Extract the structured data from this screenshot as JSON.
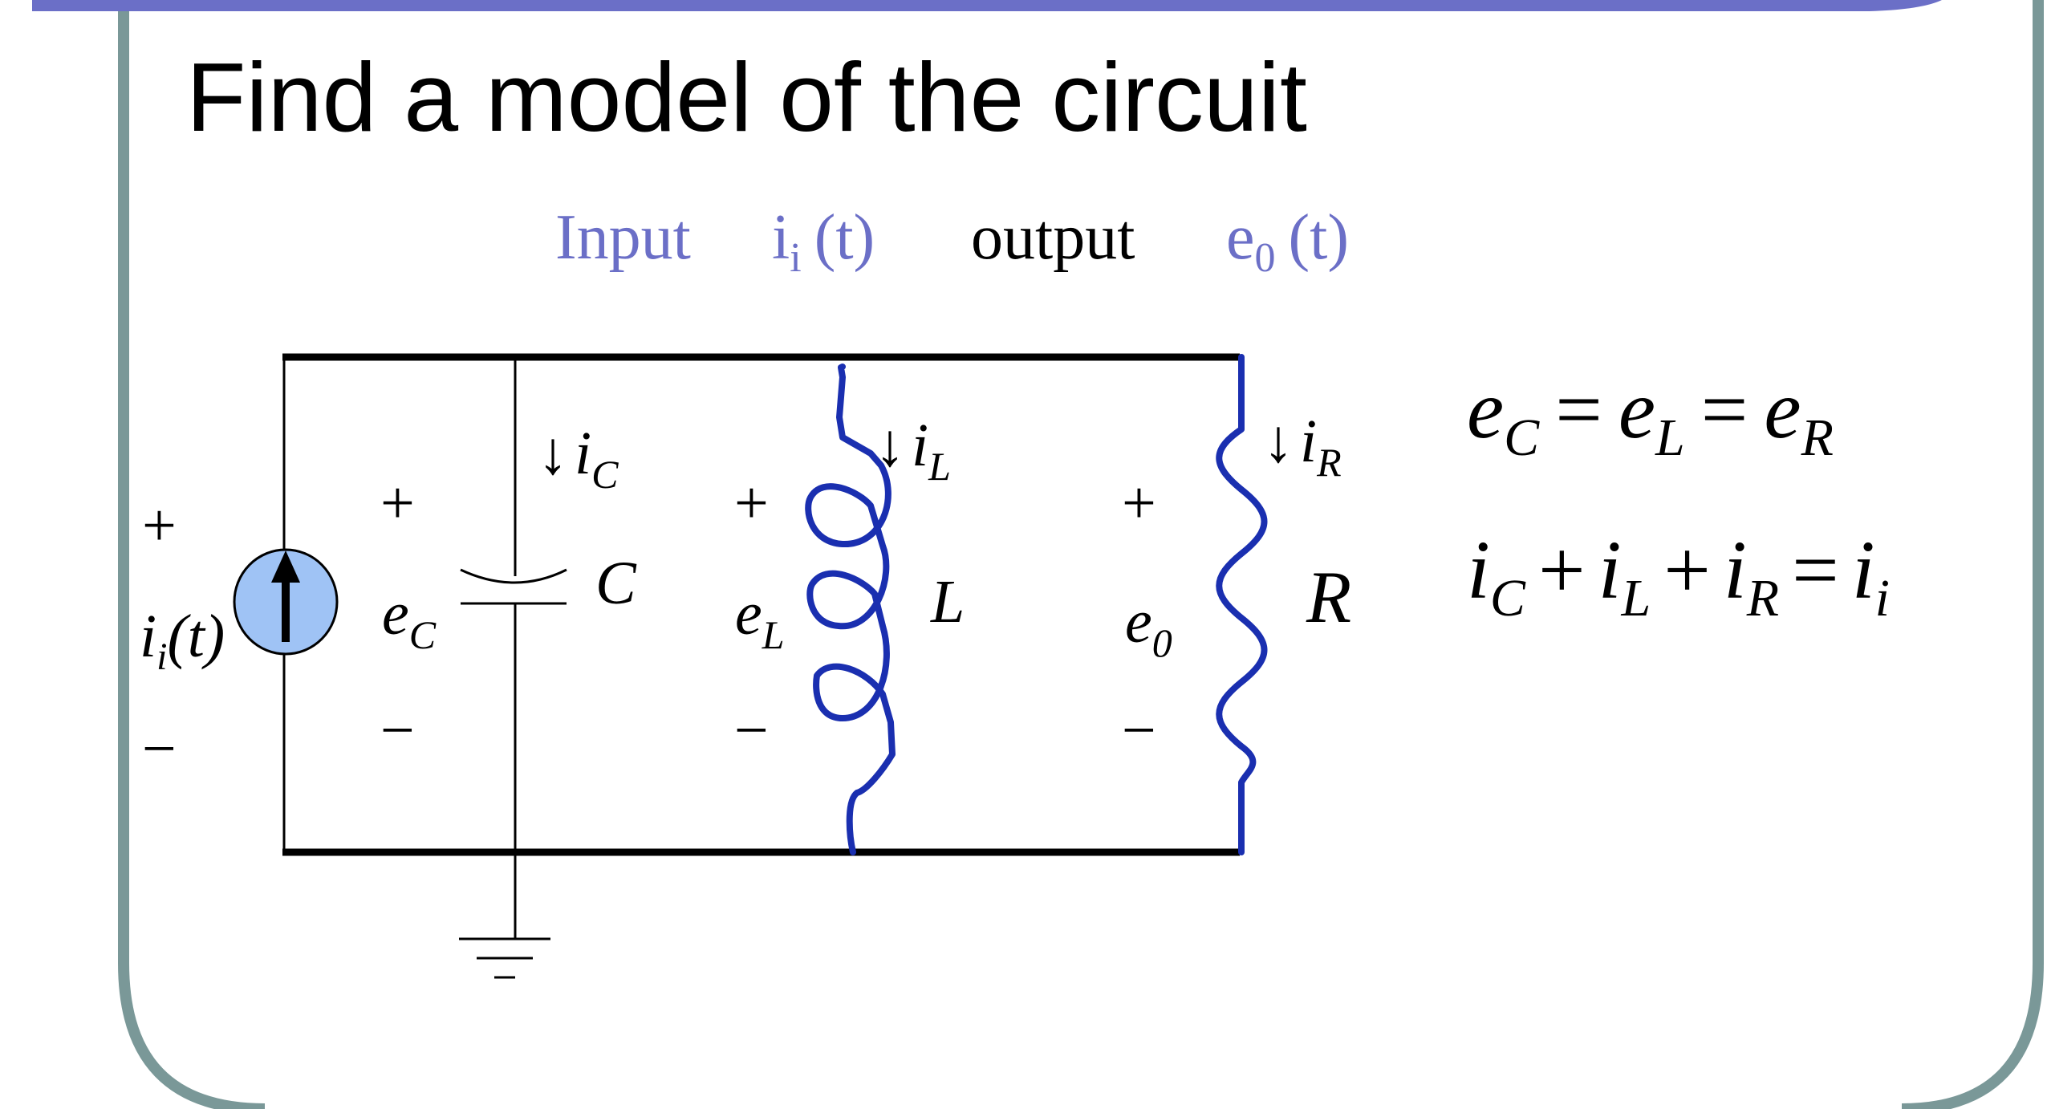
{
  "title": "Find a model of the circuit",
  "subtitle": {
    "input_label": "Input",
    "input_signal": {
      "base": "i",
      "sub": "i",
      "arg": "(t)"
    },
    "output_label": "output",
    "output_signal": {
      "base": "e",
      "sub": "0",
      "arg": "(t)"
    }
  },
  "source": {
    "plus": "+",
    "minus": "−",
    "label": {
      "base": "i",
      "sub": "i",
      "arg": "(t)"
    }
  },
  "capacitor": {
    "plus": "+",
    "minus": "−",
    "voltage": {
      "base": "e",
      "sub": "C"
    },
    "current": {
      "arrow": "↓",
      "base": "i",
      "sub": "C"
    },
    "name": "C"
  },
  "inductor": {
    "plus": "+",
    "minus": "−",
    "voltage": {
      "base": "e",
      "sub": "L"
    },
    "current": {
      "arrow": "↓",
      "base": "i",
      "sub": "L"
    },
    "name": "L"
  },
  "resistor": {
    "plus": "+",
    "minus": "−",
    "voltage": {
      "base": "e",
      "sub": "0"
    },
    "current": {
      "arrow": "↓",
      "base": "i",
      "sub": "R"
    },
    "name": "R"
  },
  "equations": {
    "eq1": {
      "t1": "e",
      "s1": "C",
      "op1": "=",
      "t2": "e",
      "s2": "L",
      "op2": "=",
      "t3": "e",
      "s3": "R"
    },
    "eq2": {
      "t1": "i",
      "s1": "C",
      "op1": "+",
      "t2": "i",
      "s2": "L",
      "op2": "+",
      "t3": "i",
      "s3": "R",
      "op3": "=",
      "t4": "i",
      "s4": "i"
    }
  },
  "colors": {
    "frame": "#7a9898",
    "banner": "#6b6fc7",
    "subtitle": "#6b6fc7",
    "circuit_blue": "#1a2fb0",
    "source_fill": "#9fc3f5",
    "ink": "#000000"
  }
}
